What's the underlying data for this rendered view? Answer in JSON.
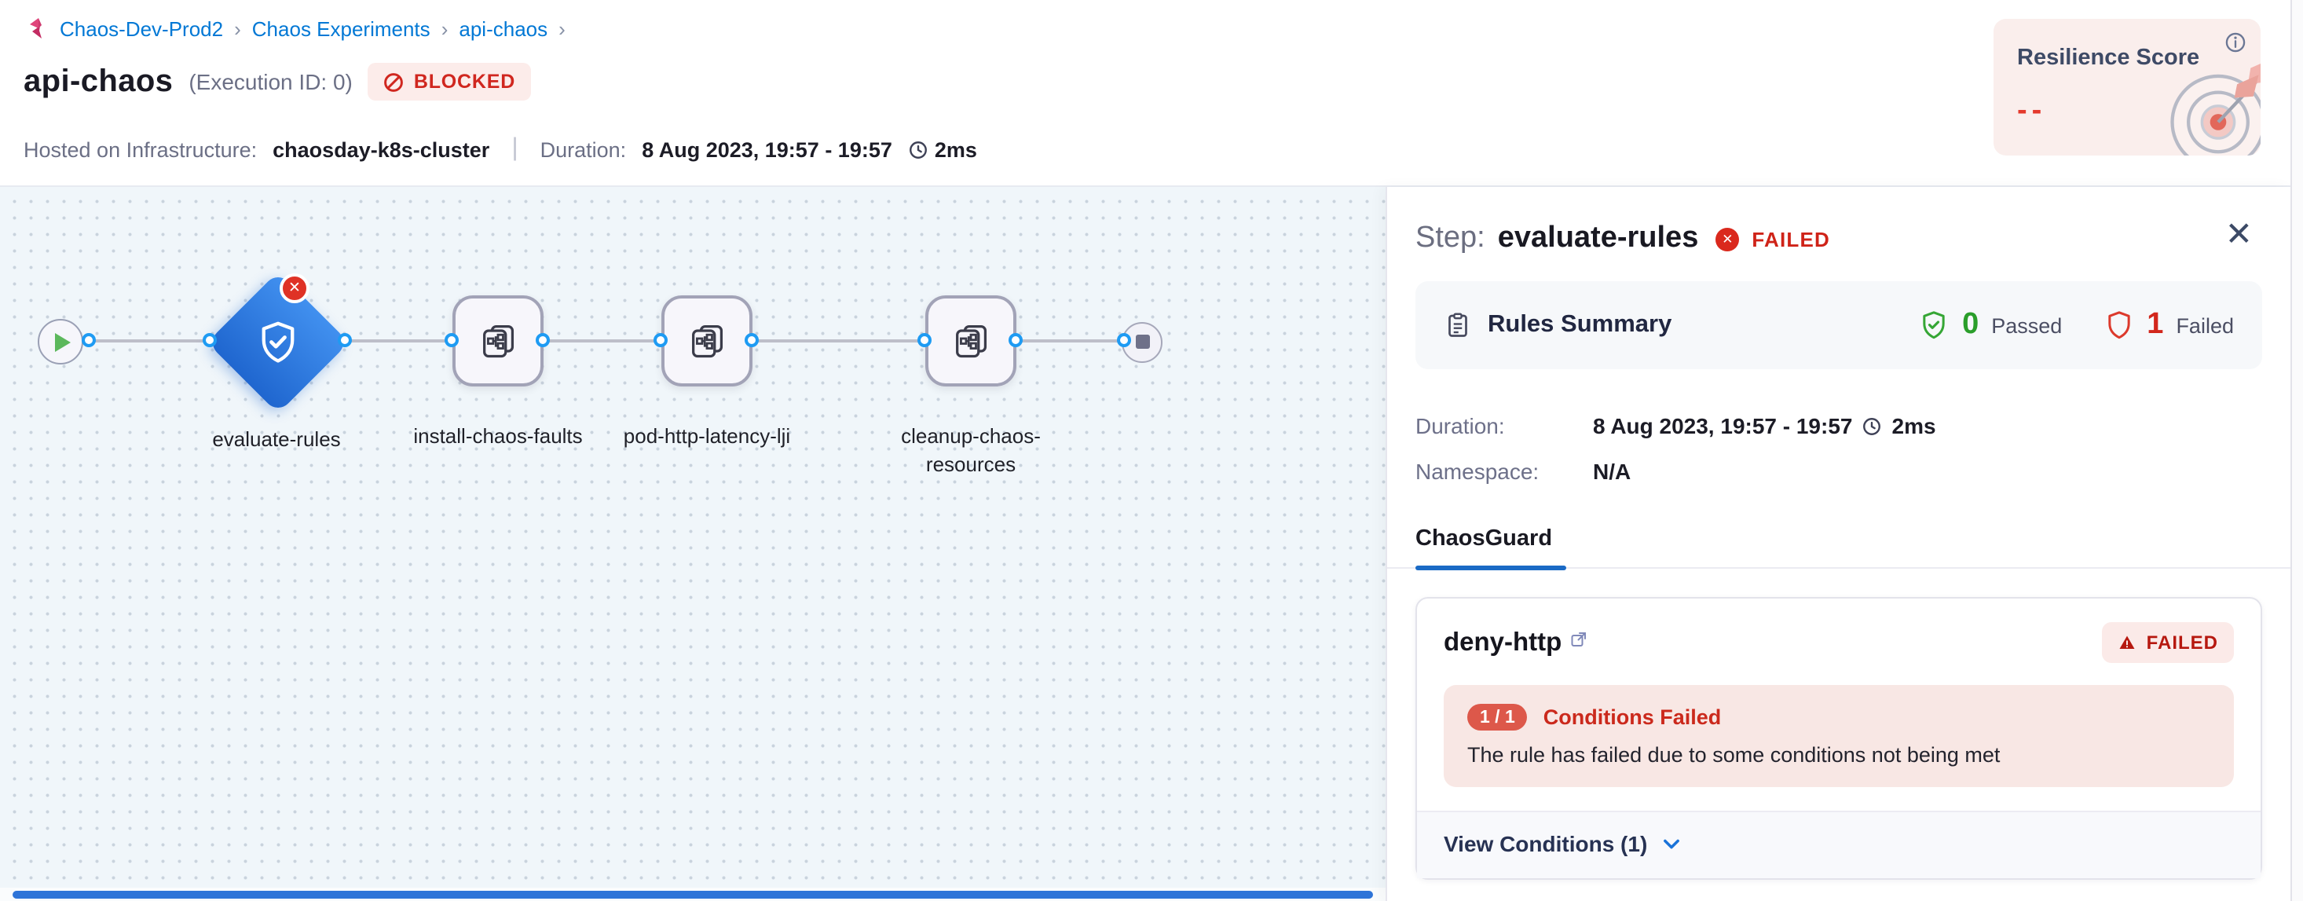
{
  "breadcrumb": {
    "items": [
      "Chaos-Dev-Prod2",
      "Chaos Experiments",
      "api-chaos"
    ],
    "separator": "›"
  },
  "header": {
    "title": "api-chaos",
    "execution_id": "(Execution ID: 0)",
    "status_badge": "BLOCKED",
    "infra_label": "Hosted on Infrastructure:",
    "infra_value": "chaosday-k8s-cluster",
    "divider": "|",
    "duration_label": "Duration:",
    "duration_value": "8 Aug 2023, 19:57 - 19:57",
    "elapsed": "2ms",
    "resilience": {
      "label": "Resilience Score",
      "value": "--"
    }
  },
  "pipeline": {
    "nodes": [
      {
        "label": "evaluate-rules",
        "type": "chaosguard-diamond",
        "status": "failed"
      },
      {
        "label": "install-chaos-faults",
        "type": "step"
      },
      {
        "label": "pod-http-latency-lji",
        "type": "step"
      },
      {
        "label": "cleanup-chaos-resources",
        "type": "step"
      }
    ]
  },
  "panel": {
    "step_label": "Step:",
    "step_name": "evaluate-rules",
    "status": "FAILED",
    "rules_summary": {
      "title": "Rules Summary",
      "passed_count": "0",
      "passed_label": "Passed",
      "failed_count": "1",
      "failed_label": "Failed"
    },
    "duration_label": "Duration:",
    "duration_value": "8 Aug 2023, 19:57 - 19:57",
    "elapsed": "2ms",
    "namespace_label": "Namespace:",
    "namespace_value": "N/A",
    "tab": "ChaosGuard",
    "rule": {
      "name": "deny-http",
      "status": "FAILED",
      "conditions_ratio": "1 / 1",
      "conditions_title": "Conditions Failed",
      "message": "The rule has failed due to some conditions not being met",
      "view_conditions": "View Conditions (1)"
    }
  },
  "colors": {
    "link_blue": "#0278d5",
    "fail_red": "#da291d",
    "pass_green": "#2f9e2f",
    "node_blue": "#2b79dd",
    "canvas_bg": "#f0f6fa"
  }
}
